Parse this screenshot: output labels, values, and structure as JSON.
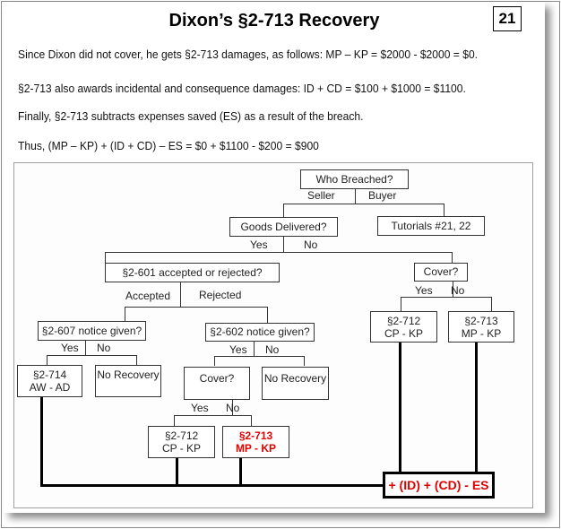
{
  "slide": {
    "title": "Dixon’s §2-713 Recovery",
    "slide_number": "21",
    "paragraphs": [
      "Since Dixon did not cover, he gets §2-713 damages, as follows: MP – KP = $2000 - $2000 = $0.",
      "§2-713 also awards incidental and consequence damages: ID + CD = $100 + $1000 = $1100.",
      "Finally, §2-713 subtracts expenses saved (ES) as a result of the breach.",
      "Thus, (MP – KP) + (ID + CD) – ES = $0 + $1100 - $200 = $900"
    ]
  },
  "diagram": {
    "nodes": {
      "who_breached": "Who Breached?",
      "goods_delivered": "Goods Delivered?",
      "tutorials": "Tutorials #21, 22",
      "accepted_rejected": "§2-601 accepted or rejected?",
      "cover_top": "Cover?",
      "notice_607": "§2-607 notice given?",
      "notice_602": "§2-602 notice given?",
      "s2714_line1": "§2-714",
      "s2714_line2": "AW  -  AD",
      "no_recovery_1": "No Recovery",
      "cover_mid": "Cover?",
      "no_recovery_2": "No Recovery",
      "s2712_right_line1": "§2-712",
      "s2712_right_line2": "CP  -  KP",
      "s2713_right_line1": "§2-713",
      "s2713_right_line2": "MP - KP",
      "s2712_bottom_line1": "§2-712",
      "s2712_bottom_line2": "CP  -  KP",
      "s2713_bottom_line1": "§2-713",
      "s2713_bottom_line2": "MP - KP",
      "final": "+ (ID) + (CD) - ES"
    },
    "edge_labels": {
      "seller": "Seller",
      "buyer": "Buyer",
      "yes_delivered": "Yes",
      "no_delivered": "No",
      "accepted": "Accepted",
      "rejected": "Rejected",
      "yes_cover_top": "Yes",
      "no_cover_top": "No",
      "yes_607": "Yes",
      "no_607": "No",
      "yes_602": "Yes",
      "no_602": "No",
      "yes_cover_mid": "Yes",
      "no_cover_mid": "No"
    },
    "colors": {
      "highlight": "#e00000"
    }
  }
}
